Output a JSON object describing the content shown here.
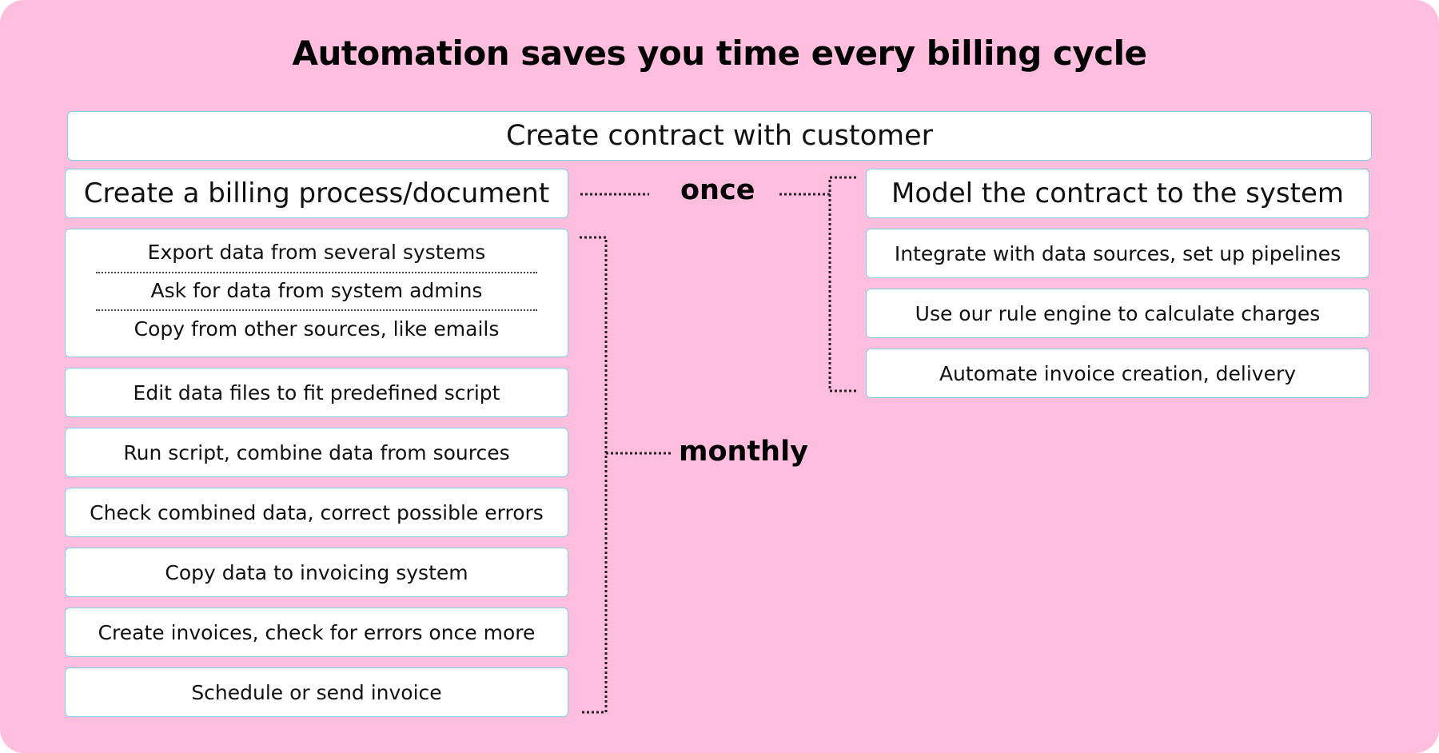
{
  "title": "Automation saves you time every billing cycle",
  "top_box": "Create contract with customer",
  "left": {
    "header": "Create a billing process/document",
    "stack": [
      "Export data from several systems",
      "Ask for data from system admins",
      "Copy from other sources, like emails"
    ],
    "steps": [
      "Edit data files to fit predefined script",
      "Run script, combine data from sources",
      "Check combined data, correct possible errors",
      "Copy data to invoicing system",
      "Create invoices, check for errors once more",
      "Schedule or send invoice"
    ]
  },
  "labels": {
    "once": "once",
    "monthly": "monthly"
  },
  "right": {
    "header": "Model the contract to the system",
    "steps": [
      "Integrate with data sources, set up pipelines",
      "Use our rule engine to calculate charges",
      "Automate invoice creation, delivery"
    ]
  },
  "colors": {
    "background": "#ffbedd",
    "box_fill": "#ffffff",
    "box_border": "#7ecfe6",
    "text": "#111111",
    "connector": "#222222"
  }
}
